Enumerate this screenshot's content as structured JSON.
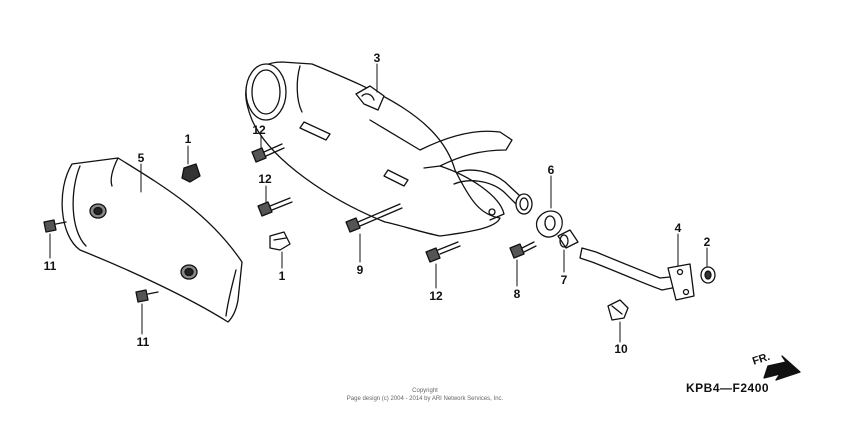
{
  "diagram": {
    "code": "KPB4—F2400",
    "front_label": "FR.",
    "copyright_line1": "Copyright",
    "copyright_line2": "Page design (c) 2004 - 2014 by ARI Network Services, Inc.",
    "callouts": {
      "c1a": "1",
      "c1b": "1",
      "c2": "2",
      "c3": "3",
      "c4": "4",
      "c5": "5",
      "c6": "6",
      "c7": "7",
      "c8": "8",
      "c9": "9",
      "c10": "10",
      "c11a": "11",
      "c11b": "11",
      "c12a": "12",
      "c12b": "12",
      "c12c": "12"
    }
  }
}
